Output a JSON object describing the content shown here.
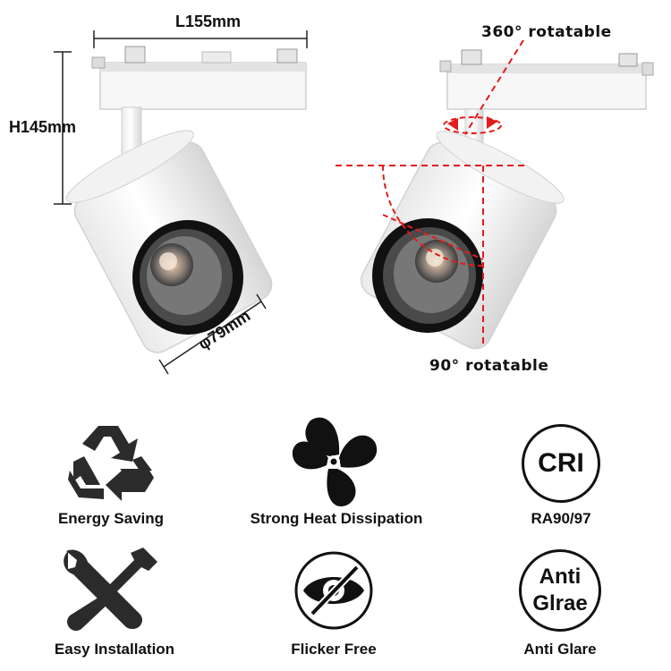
{
  "dimensions": {
    "length_label": "L155mm",
    "height_label": "H145mm",
    "diameter_label": "φ79mm"
  },
  "rotation": {
    "horizontal_label": "360° rotatable",
    "vertical_label": "90° rotatable",
    "accent_color": "#e31b1b"
  },
  "features": {
    "energy_saving": {
      "label": "Energy Saving",
      "icon": "recycle-icon"
    },
    "heat_dissipation": {
      "label": "Strong Heat Dissipation",
      "icon": "fan-icon"
    },
    "cri": {
      "label": "RA90/97",
      "badge_text": "CRI",
      "icon": "cri-badge"
    },
    "installation": {
      "label": "Easy Installation",
      "icon": "wrench-screwdriver-icon"
    },
    "flicker_free": {
      "label": "Flicker Free",
      "icon": "crossed-eye-icon"
    },
    "anti_glare": {
      "label": "Anti Glare",
      "badge_line1": "Anti",
      "badge_line2": "Glrae",
      "icon": "anti-glare-badge"
    }
  },
  "colors": {
    "icon_dark": "#2b2b2b",
    "label_text": "#111111"
  }
}
